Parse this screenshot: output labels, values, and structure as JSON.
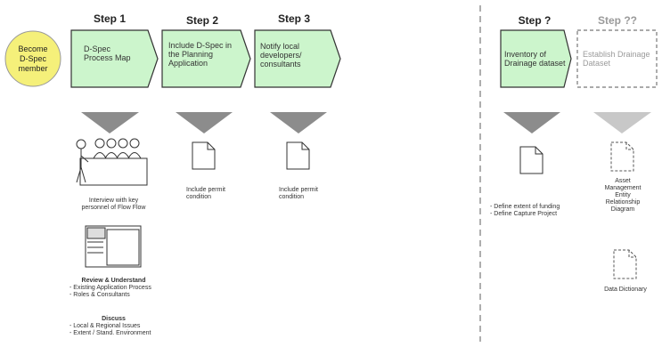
{
  "member": {
    "label_lines": [
      "Become",
      "D-Spec",
      "member"
    ]
  },
  "steps": [
    {
      "title": "Step 1",
      "text_lines": [
        "D-Spec",
        "Process Map"
      ]
    },
    {
      "title": "Step 2",
      "text_lines": [
        "Include D-Spec in",
        "the Planning",
        "Application"
      ]
    },
    {
      "title": "Step 3",
      "text_lines": [
        "Notify local",
        "developers/",
        "consultants"
      ]
    },
    {
      "title": "Step ?",
      "text_lines": [
        "Inventory of",
        "Drainage dataset"
      ]
    },
    {
      "title": "Step ??",
      "text_lines": [
        "Establish Drainage",
        "Dataset"
      ]
    }
  ],
  "details": {
    "interview": [
      "Interview with key",
      "personnel of Flow Flow"
    ],
    "review_title": "Review & Understand",
    "review_items": [
      "- Existing Application Process",
      "- Roles & Consultants"
    ],
    "discuss_title": "Discuss",
    "discuss_items": [
      "- Local & Regional Issues",
      "- Extent / Stand. Environment"
    ],
    "step2_caption": [
      "Include permit",
      "condition"
    ],
    "step3_caption": [
      "Include permit",
      "condition"
    ],
    "step7_items": [
      "- Define extent of funding",
      "- Define Capture Project"
    ],
    "asset_caption": [
      "Asset",
      "Management",
      "Entity",
      "Relationship",
      "Diagram"
    ],
    "dictionary_caption": "Data Dictionary"
  },
  "colors": {
    "green": "#ccf5cc",
    "yellow": "#f5f07a",
    "gray_triangle": "#8c8c8c",
    "light_triangle": "#c8c8c8"
  }
}
